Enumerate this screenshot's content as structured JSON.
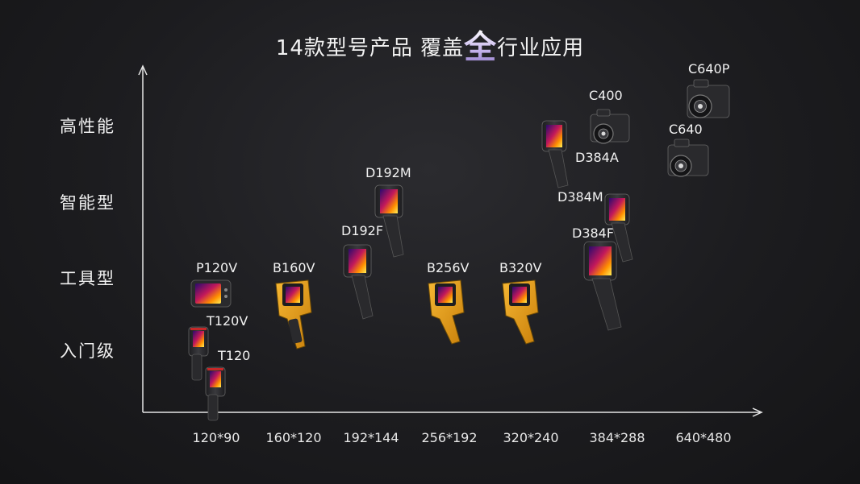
{
  "title": {
    "before": "14款型号产品 覆盖",
    "highlight": "全",
    "after": "行业应用"
  },
  "categories": [
    "高性能",
    "智能型",
    "工具型",
    "入门级"
  ],
  "resolutions": [
    "120*90",
    "160*120",
    "192*144",
    "256*192",
    "320*240",
    "384*288",
    "640*480"
  ],
  "models": {
    "p120v": "P120V",
    "t120v": "T120V",
    "t120": "T120",
    "b160v": "B160V",
    "d192f": "D192F",
    "d192m": "D192M",
    "b256v": "B256V",
    "b320v": "B320V",
    "d384a": "D384A",
    "d384m": "D384M",
    "d384f": "D384F",
    "c400": "C400",
    "c640": "C640",
    "c640p": "C640P"
  },
  "colors": {
    "accent_gradient": [
      "#ffffff",
      "#c9b8ee",
      "#8f79c9"
    ],
    "axis": "#e6e6e6",
    "device_body": "#2a2a2d",
    "device_yellow": "#e8a21a",
    "thermal_screen": [
      "#2a0a6e",
      "#c2185b",
      "#ff8f00",
      "#ffee58"
    ]
  }
}
